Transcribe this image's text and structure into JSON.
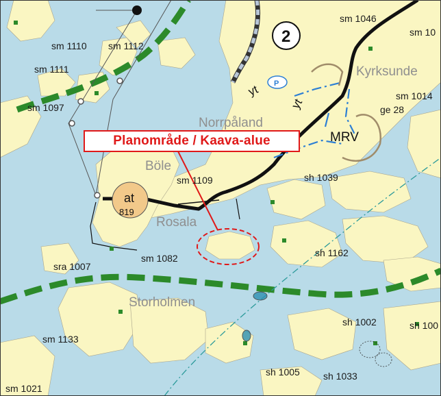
{
  "map": {
    "legend_title": "Planområde / Kaava-alue",
    "region_number": "2",
    "zone_code": "MRV",
    "circle_label": "at",
    "circle_number": "819",
    "road_labels": [
      "yt",
      "yt"
    ],
    "parking_label": "P",
    "places": [
      {
        "id": "norrpaland",
        "name": "Norrpåland"
      },
      {
        "id": "bole",
        "name": "Böle"
      },
      {
        "id": "rosala",
        "name": "Rosala"
      },
      {
        "id": "storholmen",
        "name": "Storholmen"
      },
      {
        "id": "kyrksunde",
        "name": "Kyrksunde"
      }
    ],
    "designations": [
      {
        "id": "sm1046",
        "text": "sm 1046"
      },
      {
        "id": "sm10x",
        "text": "sm 10"
      },
      {
        "id": "sm1110",
        "text": "sm 1110"
      },
      {
        "id": "sm1112",
        "text": "sm 1112"
      },
      {
        "id": "sm1111",
        "text": "sm 1111"
      },
      {
        "id": "sm1014",
        "text": "sm 1014"
      },
      {
        "id": "ge28",
        "text": "ge 28"
      },
      {
        "id": "sm1097",
        "text": "sm 1097"
      },
      {
        "id": "sm1109",
        "text": "sm 1109"
      },
      {
        "id": "sh1039",
        "text": "sh 1039"
      },
      {
        "id": "sm1082",
        "text": "sm 1082"
      },
      {
        "id": "sh1162",
        "text": "sh 1162"
      },
      {
        "id": "sra1007",
        "text": "sra 1007"
      },
      {
        "id": "sh1002",
        "text": "sh 1002"
      },
      {
        "id": "sh100x",
        "text": "sh 100"
      },
      {
        "id": "sm1133",
        "text": "sm 1133"
      },
      {
        "id": "sh1005",
        "text": "sh 1005"
      },
      {
        "id": "sh1033",
        "text": "sh 1033"
      },
      {
        "id": "sm1021",
        "text": "sm 1021"
      }
    ],
    "colors": {
      "water": "#b9dbe8",
      "land": "#faf6c2",
      "plan_red": "#e01919",
      "green_boundary": "#2c8a2a",
      "blue_line": "#2d7fd4",
      "brown_line": "#a08c6a",
      "circle_fill": "#f2c98a"
    }
  }
}
